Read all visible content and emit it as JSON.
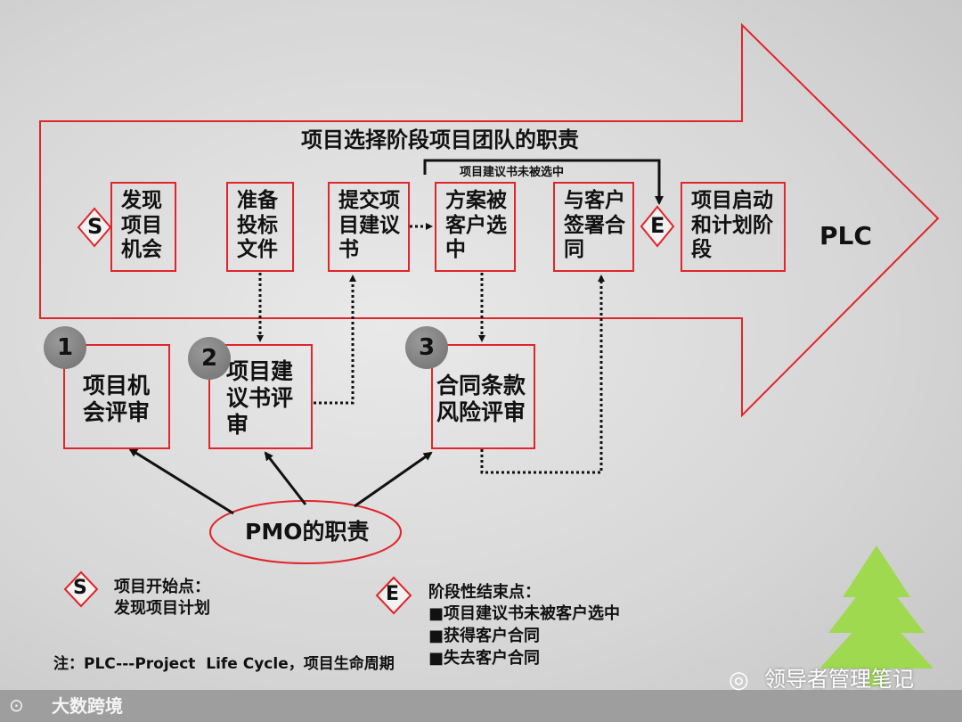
{
  "title": "项目选择阶段项目团队的职责",
  "plc_label": "PLC",
  "start_symbol": "S",
  "end_symbol": "E",
  "not_selected_label": "项目建议书未被选中",
  "steps": [
    {
      "label": "发现\n项目\n机会"
    },
    {
      "label": "准备\n投标\n文件"
    },
    {
      "label": "提交项\n目建议\n书"
    },
    {
      "label": "方案被\n客户选\n中"
    },
    {
      "label": "与客户\n签署合\n同"
    },
    {
      "label": "项目启动\n和计划阶\n段"
    }
  ],
  "reviews": [
    {
      "number": "1",
      "label": "项目机\n会评审"
    },
    {
      "number": "2",
      "label": "项目建\n议书评\n审"
    },
    {
      "number": "3",
      "label": "合同条款\n风险评审"
    }
  ],
  "pmo_label": "PMO的职责",
  "legend": {
    "s_title": "项目开始点：",
    "s_desc": "发现项目计划",
    "e_title": "阶段性结束点：",
    "e_items": [
      "■项目建议书未被客户选中",
      "■获得客户合同",
      "■失去客户合同"
    ]
  },
  "note": "注：PLC---Project  Life Cycle，项目生命周期",
  "watermark_wechat": "领导者管理笔记",
  "watermark_logo": "大数跨境",
  "colors": {
    "accent": "#e0252b",
    "tree": "#9ed94f",
    "badge": "#808080"
  }
}
